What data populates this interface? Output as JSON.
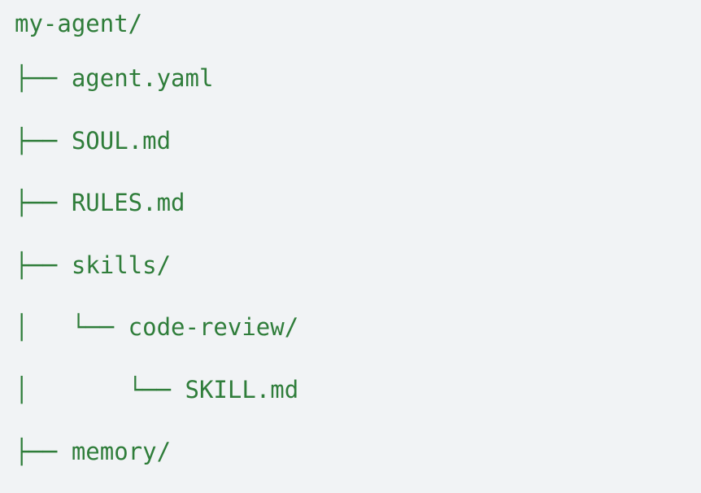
{
  "theme": {
    "background_color": "#f1f3f5",
    "text_color": "#2f7d3a"
  },
  "tree": {
    "root_label": "my-agent/",
    "lines": [
      {
        "text": "my-agent/",
        "name": "tree-root-directory",
        "depth": 0,
        "kind": "directory"
      },
      {
        "text": "├── agent.yaml",
        "name": "tree-item-agent-yaml",
        "depth": 1,
        "kind": "file"
      },
      {
        "text": "├── SOUL.md",
        "name": "tree-item-soul-md",
        "depth": 1,
        "kind": "file"
      },
      {
        "text": "├── RULES.md",
        "name": "tree-item-rules-md",
        "depth": 1,
        "kind": "file"
      },
      {
        "text": "├── skills/",
        "name": "tree-item-skills-dir",
        "depth": 1,
        "kind": "directory"
      },
      {
        "text": "│   └── code-review/",
        "name": "tree-item-code-review-dir",
        "depth": 2,
        "kind": "directory"
      },
      {
        "text": "│       └── SKILL.md",
        "name": "tree-item-skill-md",
        "depth": 3,
        "kind": "file"
      },
      {
        "text": "├── memory/",
        "name": "tree-item-memory-dir",
        "depth": 1,
        "kind": "directory"
      }
    ]
  }
}
